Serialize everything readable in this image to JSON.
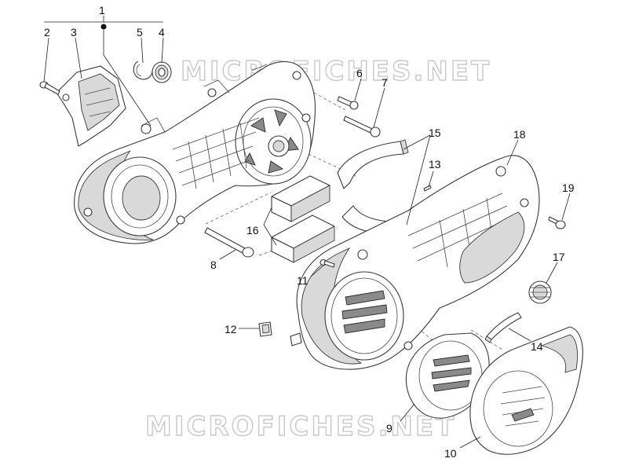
{
  "callouts": {
    "c1": "1",
    "c2": "2",
    "c3": "3",
    "c4": "4",
    "c5": "5",
    "c6": "6",
    "c7": "7",
    "c8": "8",
    "c9": "9",
    "c10": "10",
    "c11": "11",
    "c12": "12",
    "c13": "13",
    "c14": "14",
    "c15": "15",
    "c16": "16",
    "c17": "17",
    "c18": "18",
    "c19": "19"
  },
  "watermark": {
    "top": "MICROFICHES.NET",
    "bottom": "MICROFICHES.NET"
  },
  "colors": {
    "line": "#3a3a3a",
    "shade": "#d9d9d9",
    "watermark": "#c9c9c9"
  }
}
